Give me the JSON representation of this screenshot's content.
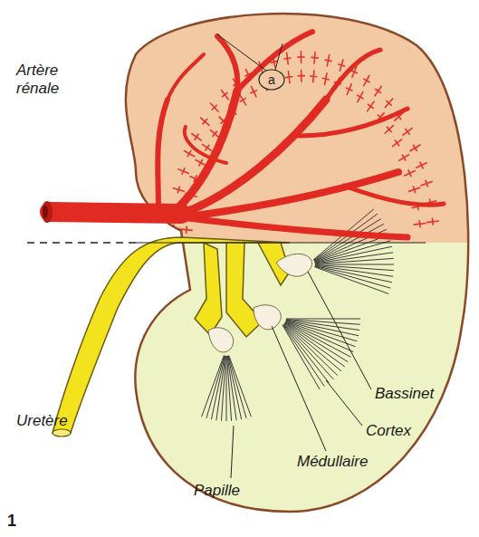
{
  "diagram": {
    "labels": [
      "Artère rénale",
      "a",
      "Uretère",
      "Papille",
      "Bassinet",
      "Cortex",
      "Médullaire",
      "1"
    ]
  }
}
